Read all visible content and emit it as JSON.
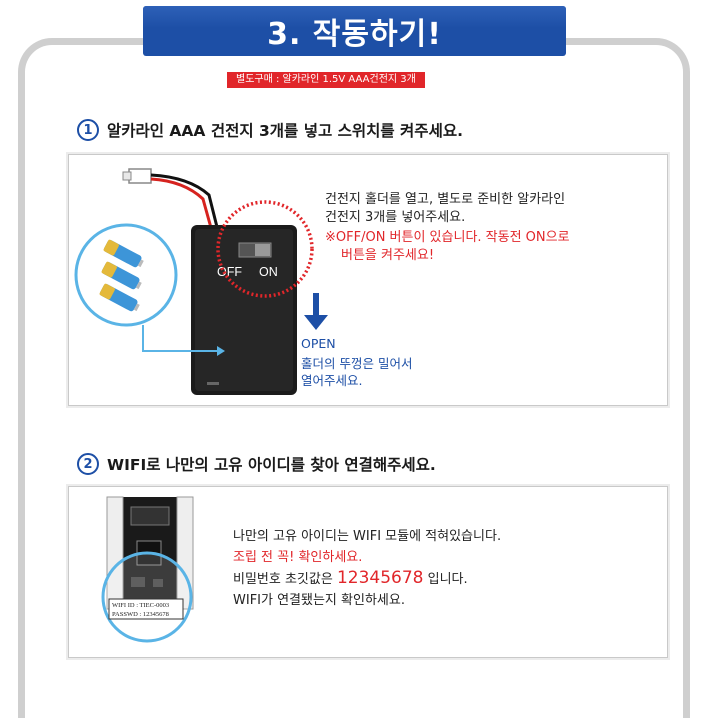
{
  "title": "3. 작동하기!",
  "notice": "별도구매 : 알카라인 1.5V AAA건전지 3개",
  "steps": [
    {
      "num": "1",
      "heading": "알카라인 AAA 건전지 3개를 넣고 스위치를 켜주세요.",
      "desc_line1": "건전지 홀더를 열고, 별도로 준비한 알카라인",
      "desc_line2": "건전지 3개를 넣어주세요.",
      "warn_line1": "※OFF/ON 버튼이 있습니다. 작동전 ON으로",
      "warn_line2": "버튼을 켜주세요!",
      "switch_off": "OFF",
      "switch_on": "ON",
      "open_label": "OPEN",
      "open_line1": "홀더의 뚜껑은 밀어서",
      "open_line2": "열어주세요."
    },
    {
      "num": "2",
      "heading": "WIFI로 나만의 고유 아이디를 찾아 연결해주세요.",
      "line1": "나만의 고유 아이디는 WIFI 모듈에 적혀있습니다.",
      "line2": "조립 전 꼭! 확인하세요.",
      "line3_pre": "비밀번호 초깃값은",
      "password": "12345678",
      "line3_post": "입니다.",
      "line4": "WIFI가 연결됐는지 확인하세요.",
      "label_wifi": "WIFI ID : TIEC-0003",
      "label_pass": "PASSWD : 12345678"
    }
  ],
  "colors": {
    "brand_blue": "#1d4fa6",
    "warning_red": "#e1262a",
    "frame_gray": "#cfcfcf"
  }
}
